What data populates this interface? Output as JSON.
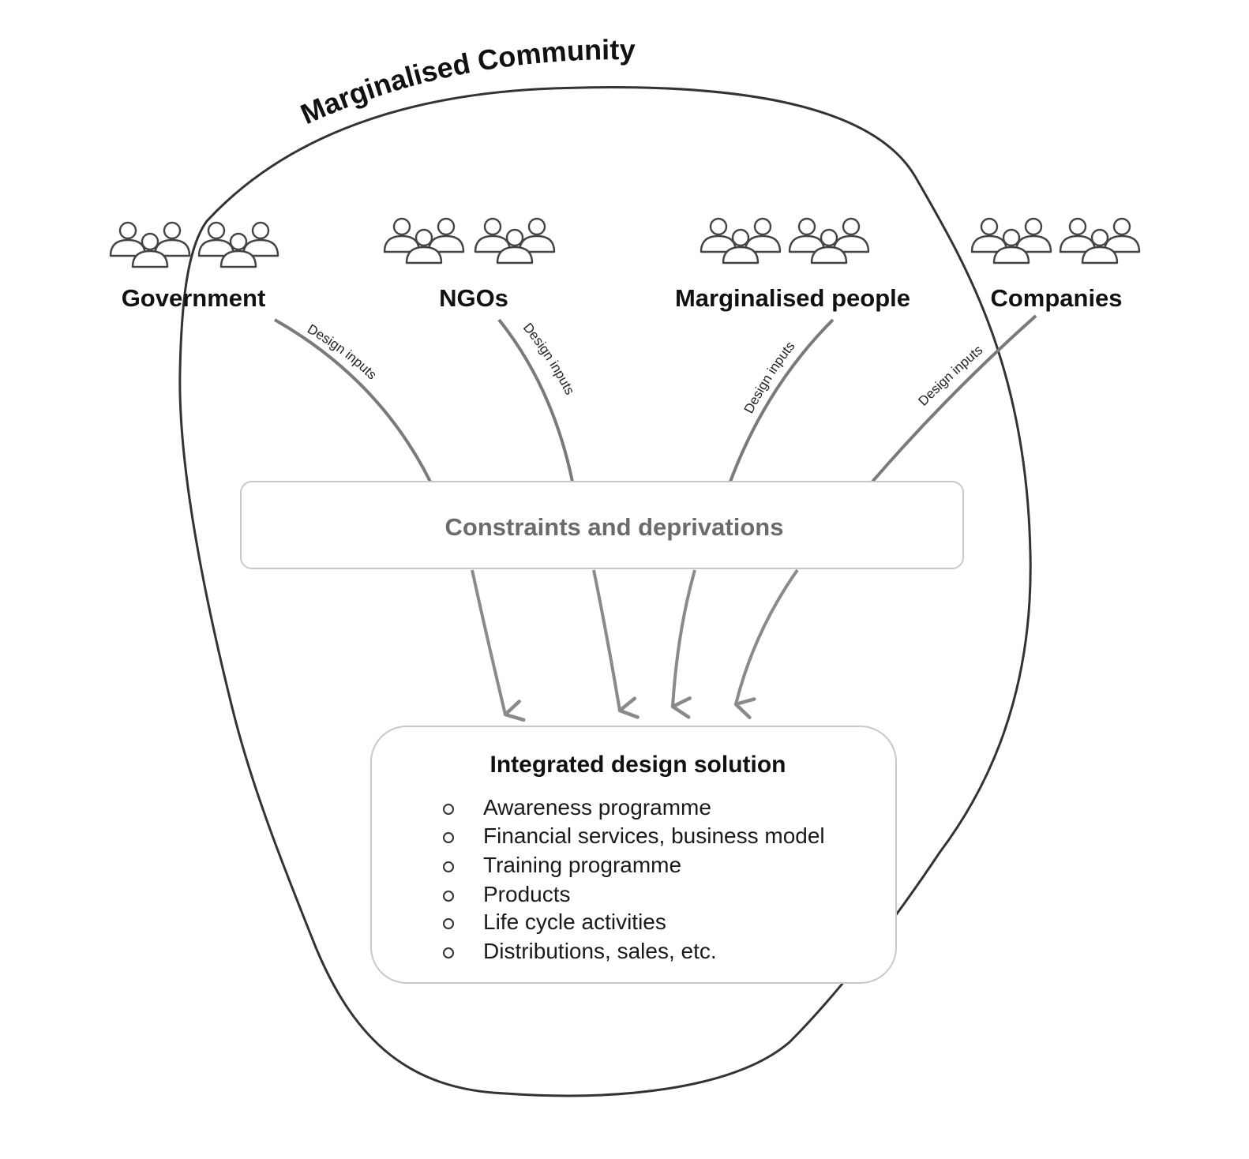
{
  "community": {
    "title": "Marginalised Community"
  },
  "stakeholders": [
    {
      "name": "Government",
      "icon": "people-group-icon",
      "edge_label": "Design inputs"
    },
    {
      "name": "NGOs",
      "icon": "people-group-icon",
      "edge_label": "Design inputs"
    },
    {
      "name": "Marginalised people",
      "icon": "people-group-icon",
      "edge_label": "Design inputs"
    },
    {
      "name": "Companies",
      "icon": "people-group-icon",
      "edge_label": "Design inputs"
    }
  ],
  "constraints": {
    "label": "Constraints and deprivations"
  },
  "solution": {
    "title": "Integrated design solution",
    "items": [
      "Awareness programme",
      "Financial services, business model",
      "Training programme",
      "Products",
      "Life cycle activities",
      "Distributions, sales, etc."
    ]
  },
  "colors": {
    "outline": "#333333",
    "arrow": "#8a8a8a",
    "box_border": "#c8c8c8",
    "constraint_text": "#6b6b6b"
  }
}
